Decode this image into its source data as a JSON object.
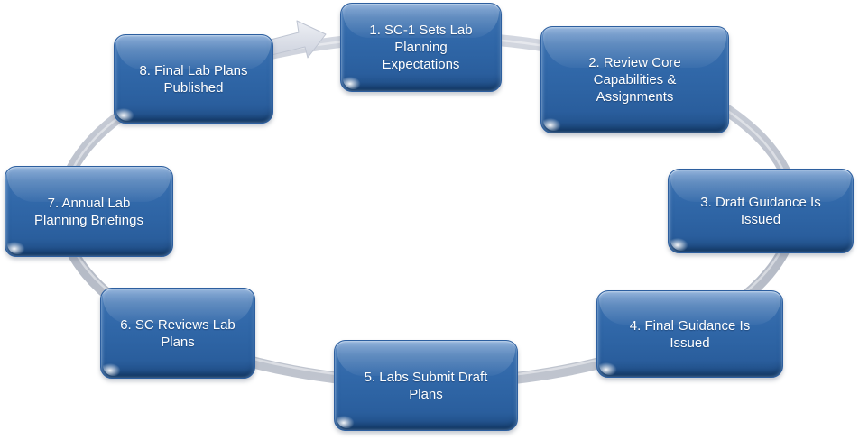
{
  "diagram": {
    "type": "cycle",
    "direction": "clockwise",
    "steps": [
      {
        "id": 1,
        "label": "1. SC-1 Sets Lab Planning Expectations"
      },
      {
        "id": 2,
        "label": "2. Review Core Capabilities & Assignments"
      },
      {
        "id": 3,
        "label": "3. Draft Guidance Is Issued"
      },
      {
        "id": 4,
        "label": "4. Final Guidance Is Issued"
      },
      {
        "id": 5,
        "label": "5. Labs Submit Draft Plans"
      },
      {
        "id": 6,
        "label": "6. SC Reviews Lab Plans"
      },
      {
        "id": 7,
        "label": "7. Annual Lab Planning Briefings"
      },
      {
        "id": 8,
        "label": "8. Final Lab Plans Published"
      }
    ],
    "colors": {
      "node_fill": "#2f66a7",
      "node_fill_light": "#6b97cd",
      "node_fill_dark": "#173f6d",
      "node_border": "#2d5f9f",
      "node_text": "#ffffff",
      "ring_light": "#d3d7e0",
      "ring_dark": "#aab1bf",
      "arrow_fill": "#dde0ea",
      "background": "#ffffff"
    }
  }
}
